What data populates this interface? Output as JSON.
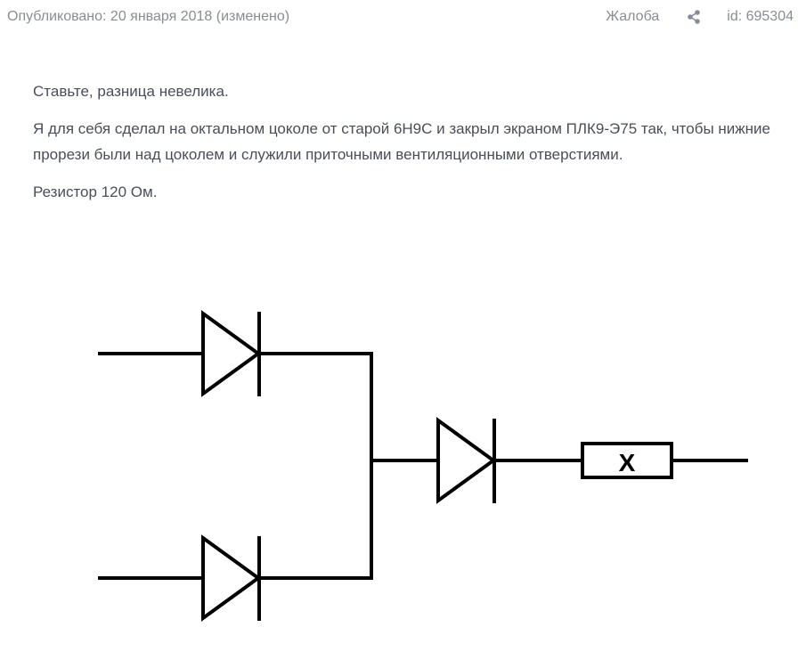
{
  "post": {
    "published": "Опубликовано: 20 января 2018 (изменено)",
    "complaint_label": "Жалоба",
    "share_icon": "share-icon",
    "post_id": "id: 695304",
    "paragraphs": [
      "Ставьте, разница невелика.",
      "Я для себя сделал на октальном цоколе от старой 6Н9С и закрыл экраном ПЛК9-Э75 так, чтобы нижние прорези были над цоколем и служили приточными вентиляционными отверстиями.",
      "Резистор 120 Ом."
    ]
  },
  "schematic": {
    "resistor_label": "X"
  }
}
